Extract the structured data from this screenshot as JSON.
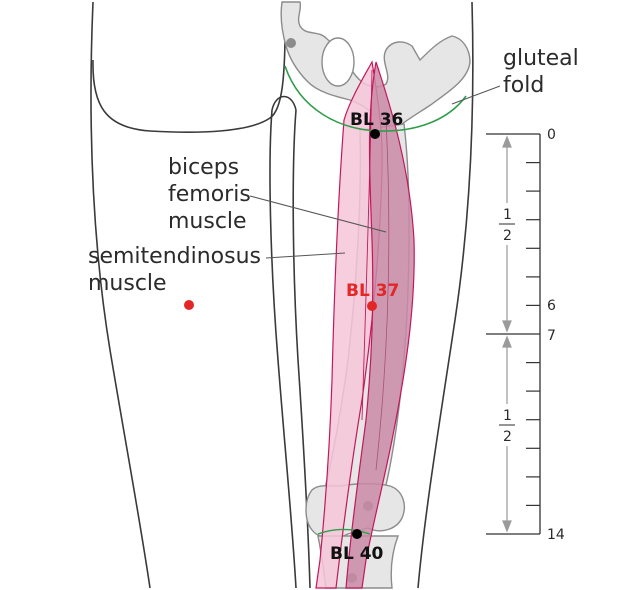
{
  "labels": {
    "gluteal_fold_line1": "gluteal",
    "gluteal_fold_line2": "fold",
    "biceps_line1": "biceps",
    "biceps_line2": "femoris",
    "biceps_line3": "muscle",
    "semi_line1": "semitendinosus",
    "semi_line2": "muscle"
  },
  "points": {
    "bl36": "BL 36",
    "bl37": "BL 37",
    "bl40": "BL 40"
  },
  "scale": {
    "tick_top": "0",
    "tick_six": "6",
    "tick_seven": "7",
    "tick_bottom": "14",
    "half_numerator": "1",
    "half_denominator": "2"
  },
  "colors": {
    "outline": "#3a3a3a",
    "bone_fill": "#e6e6e6",
    "bone_stroke": "#8c8c8c",
    "gluteal_fold": "#2e9e4a",
    "muscle_light": "#f5c6d8",
    "muscle_dark": "#c98aa6",
    "muscle_stroke": "#c2185b",
    "accent_red": "#e32626",
    "point_black": "#000000",
    "scale_gray": "#9a9a9a"
  }
}
